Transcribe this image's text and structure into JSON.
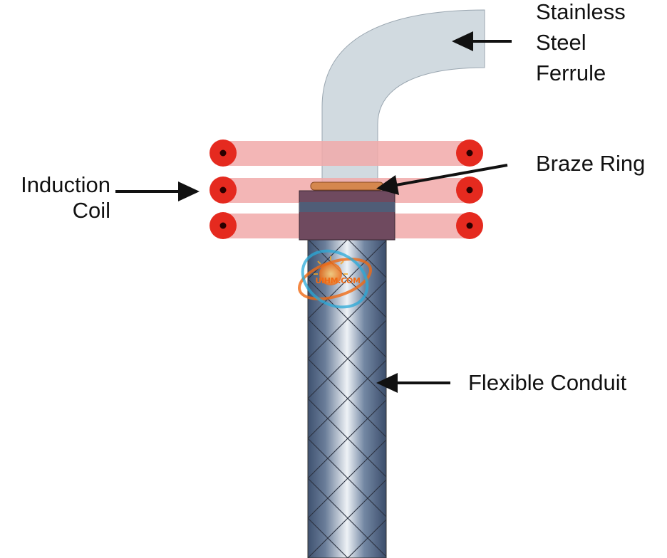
{
  "labels": {
    "ferrule": [
      "Stainless",
      "Steel",
      "Ferrule"
    ],
    "braze_ring": "Braze Ring",
    "induction_coil": [
      "Induction",
      "Coil"
    ],
    "flexible_conduit": "Flexible Conduit"
  },
  "watermark": {
    "text": "UIHM.COM"
  },
  "colors": {
    "coil_band": "#f1a9a9",
    "coil_end": "#e52a1f",
    "ferrule": "#c9d3db",
    "braze_ring": "#d5874e",
    "fitting": "#6f4a5f",
    "conduit": "#4f6381",
    "logo_orange": "#f06a14",
    "logo_blue": "#2aaad8"
  }
}
